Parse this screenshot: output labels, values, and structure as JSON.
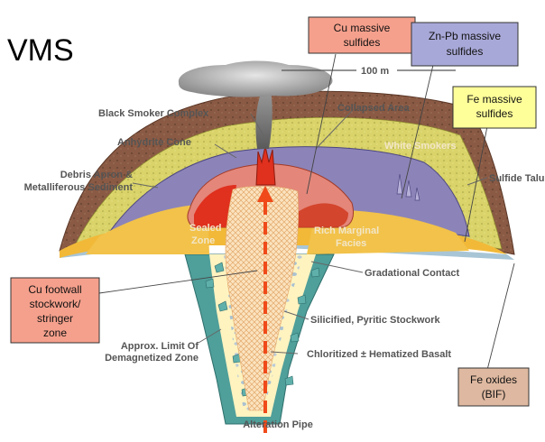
{
  "title": "VMS",
  "callouts": {
    "cu_massive": [
      "Cu massive",
      "sulfides"
    ],
    "znpb_massive": [
      "Zn-Pb massive",
      "sulfides"
    ],
    "fe_massive": [
      "Fe massive",
      "sulfides"
    ],
    "cu_footwall": [
      "Cu footwall",
      "stockwork/",
      "stringer",
      "zone"
    ],
    "fe_oxides": [
      "Fe oxides",
      "(BIF)"
    ]
  },
  "labels": {
    "scale": "100 m",
    "black_smoker": "Black Smoker Complex",
    "collapsed_area": "Collapsed Area",
    "anhydrite_cone": "Anhydrite Cone",
    "white_smokers": "White Smokers",
    "debris_apron": [
      "Debris Apron &",
      "Metalliferous Sediment"
    ],
    "sulfide_talus": "Sulfide Talus",
    "sealed_zone": [
      "Sealed",
      "Zone"
    ],
    "marginal_facies": [
      "Rich Marginal",
      "Facies"
    ],
    "gradational_contact": "Gradational Contact",
    "silicified": "Silicified, Pyritic Stockwork",
    "chloritized": "Chloritized ± Hematized Basalt",
    "demagnetized": [
      "Approx. Limit Of",
      "Demagnetized Zone"
    ],
    "alteration_pipe": "Alteration Pipe"
  },
  "colors": {
    "seafloor_brown": "#8a5a44",
    "yellow_sediment": "#d9d36a",
    "purple_sulfide": "#8c84b8",
    "cu_red": "#e0301e",
    "cu_callout": "#f5a08c",
    "znpb_callout": "#a8a8d8",
    "fe_callout": "#ffff99",
    "feox_callout": "#deb8a0",
    "teal_basalt": "#4f9f9a",
    "pipe_cream": "#fff3c0",
    "ore_arrow": "#f04a1a"
  }
}
